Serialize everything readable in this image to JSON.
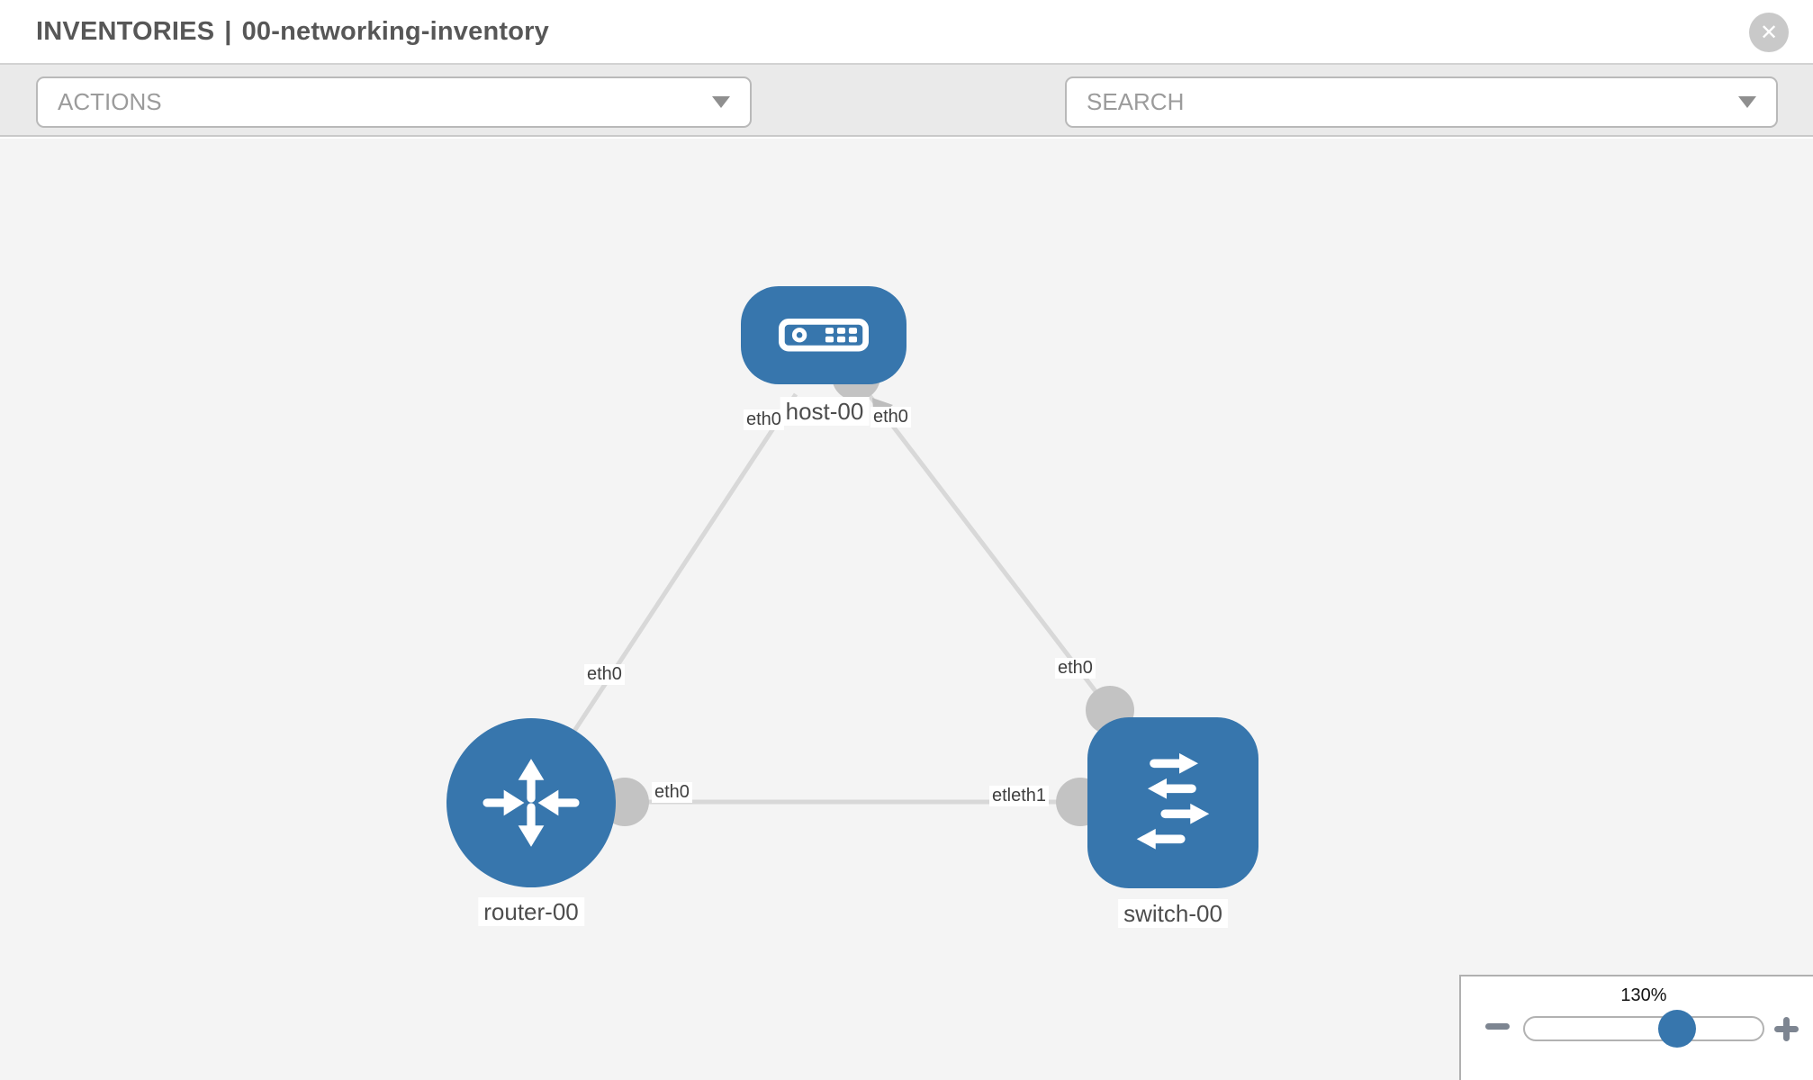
{
  "header": {
    "section": "INVENTORIES",
    "separator": "|",
    "inventory_name": "00-networking-inventory"
  },
  "toolbar": {
    "actions_label": "ACTIONS",
    "search_label": "SEARCH"
  },
  "graph": {
    "nodes": [
      {
        "label": "host-00",
        "type": "host"
      },
      {
        "label": "router-00",
        "type": "router"
      },
      {
        "label": "switch-00",
        "type": "switch"
      }
    ],
    "interface_labels": {
      "host_left": "eth0",
      "host_right": "eth0",
      "router_upper": "eth0",
      "switch_upper": "eth0",
      "router_right": "eth0",
      "switch_left": "etleth1"
    },
    "links": [
      {
        "from": "host-00",
        "to": "router-00"
      },
      {
        "from": "host-00",
        "to": "switch-00"
      },
      {
        "from": "router-00",
        "to": "switch-00"
      }
    ]
  },
  "zoom_control": {
    "level": "130%"
  },
  "icons": {
    "close_glyph": "✕"
  },
  "colors": {
    "node_blue": "#3776ad",
    "link_gray": "#d8d8d8",
    "port_gray": "#c3c3c3",
    "canvas_bg": "#f4f4f4",
    "toolbar_bg": "#eaeaea"
  }
}
